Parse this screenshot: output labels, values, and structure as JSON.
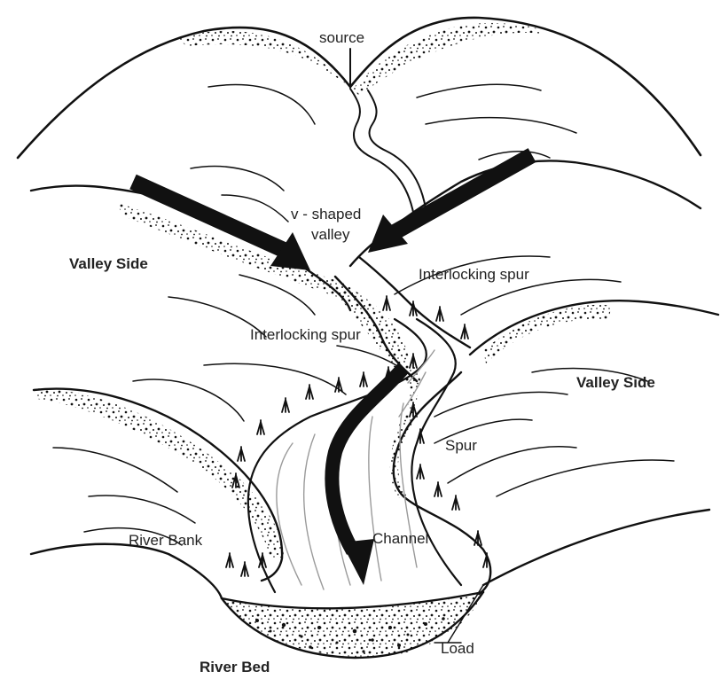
{
  "labels": {
    "source": "source",
    "v_shaped_line1": "v - shaped",
    "v_shaped_line2": "valley",
    "valley_side_left": "Valley Side",
    "interlocking_spur_right": "Interlocking spur",
    "interlocking_spur_left": "Interlocking spur",
    "valley_side_right": "Valley Side",
    "spur": "Spur",
    "river_bank": "River Bank",
    "channel": "Channel",
    "load": "Load",
    "river_bed": "River Bed"
  },
  "colors": {
    "ink": "#111111",
    "water_line": "#9a9a9a",
    "background": "#ffffff"
  }
}
